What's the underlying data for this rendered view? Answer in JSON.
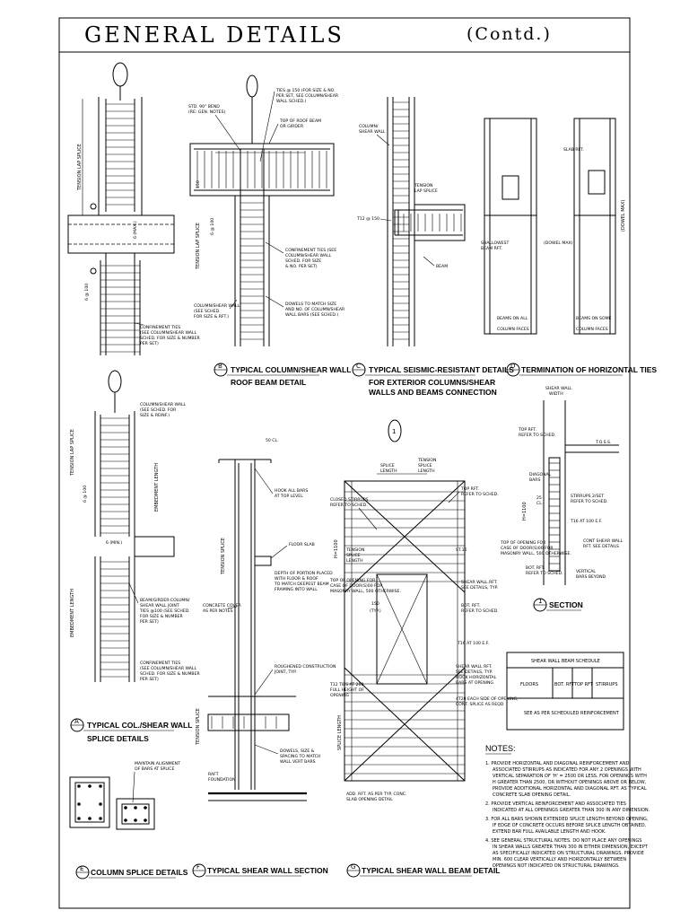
{
  "sheet": {
    "title": "GENERAL DETAILS",
    "subtitle": "(Contd.)"
  },
  "details": {
    "a": {
      "letter": "A",
      "title_line1": "TYPICAL COL./SHEAR WALL",
      "title_line2": "SPLICE DETAILS",
      "labels": {
        "tension_lap_splice": "TENSION LAP SPLICE",
        "embedment_length": "EMBEDMENT LENGTH",
        "col_wall": "COLUMN/SHEAR WALL",
        "col_wall2": "(SEE SCHED. FOR",
        "col_wall3": "SIZE & REINF.)",
        "embed_length2": "EMBEDMENT LENGTH",
        "min6": "6 (MIN.)",
        "spacing": "6 @ 100",
        "beam1": "BEAM/GIRDER-COLUMN/",
        "beam2": "SHEAR WALL JOINT",
        "beam3": "TIES @100 (SEE SCHED.",
        "beam4": "FOR SIZE & NUMBER",
        "beam5": "PER SET)",
        "conf1": "CONFINEMENT TIES",
        "conf2": "(SEE COLUMN/SHEAR WALL",
        "conf3": "SCHED. FOR SIZE & NUMBER",
        "conf4": "PER SET)"
      }
    },
    "top_a": {
      "labels": {
        "tension_lap_splice": "TENSION LAP SPLICE",
        "min6": "6 (MAX.)",
        "spacing": "6 @ 100",
        "conf1": "CONFINEMENT TIES",
        "conf2": "(SEE COLUMN/SHEAR WALL",
        "conf3": "SCHED. FOR SIZE & NUMBER",
        "conf4": "PER SET)"
      }
    },
    "b": {
      "letter": "B",
      "title_line1": "TYPICAL COLUMN/SHEAR WALL",
      "title_line2": "ROOF BEAM DETAIL",
      "labels": {
        "std_bend1": "STD. 90° BEND",
        "std_bend2": "(RE: GEN. NOTES)",
        "ties1": "TIES @ 150 (FOR SIZE & NO.",
        "ties2": "PER SET, SEE COLUMN/SHEAR",
        "ties3": "WALL SCHED.)",
        "top1": "TOP OF ROOF BEAM",
        "top2": "OR GIRDER",
        "tension": "TENSION LAP SPLICE",
        "spacing": "6 @ 100",
        "dim150": "150",
        "conf1": "CONFINEMENT TIES (SEE",
        "conf2": "COLUMN/SHEAR WALL",
        "conf3": "SCHED. FOR SIZE",
        "conf4": "& NO. PER SET)",
        "dow1": "DOWELS TO MATCH SIZE",
        "dow2": "AND NO. OF COLUMN/SHEAR",
        "dow3": "WALL BARS (SEE SCHED.)",
        "col1": "COLUMN/SHEAR WALL",
        "col2": "(SEE SCHED.",
        "col3": "FOR SIZE & RFT.)"
      }
    },
    "c": {
      "letter": "C",
      "title_line1": "TYPICAL SEISMIC-RESISTANT DETAILS",
      "title_line2": "FOR EXTERIOR COLUMNS/SHEAR",
      "title_line3": "WALLS AND BEAMS CONNECTION",
      "labels": {
        "col1": "COLUMN/",
        "col2": "SHEAR WALL",
        "tension1": "TENSION",
        "tension2": "LAP SPLICE",
        "t12": "T12 @ 150",
        "beam": "BEAM"
      }
    },
    "d": {
      "letter": "D",
      "title_line1": "TERMINATION OF HORIZONTAL TIES",
      "labels": {
        "slab": "SLAB RFT.",
        "shallow1": "SHALLOWEST",
        "shallow2": "BEAM RFT.",
        "dimmax1": "(DOWEL MAX)",
        "dimmax2": "(DOWEL MAX)",
        "cap1a": "BEAMS ON ALL",
        "cap1b": "COLUMN FACES",
        "cap2a": "BEAMS ON SOME",
        "cap2b": "COLUMN FACES"
      }
    },
    "e": {
      "letter": "E",
      "title_line1": "COLUMN SPLICE DETAILS",
      "labels": {
        "maint1": "MAINTAIN ALIGNMENT",
        "maint2": "OF BARS AT SPLICE"
      }
    },
    "f": {
      "letter": "F",
      "title_line1": "TYPICAL SHEAR WALL SECTION",
      "labels": {
        "cl": "50 CL.",
        "hook1": "HOOK ALL BARS",
        "hook2": "AT TOP LEVEL",
        "floor": "FLOOR SLAB",
        "tension": "TENSION SPLICE",
        "depth1": "DEPTH OF PORTION PLACED",
        "depth2": "WITH FLOOR & ROOF",
        "depth3": "TO MATCH DEEPEST BEAM",
        "depth4": "FRAMING INTO WALL",
        "cover1": "CONCRETE COVER",
        "cover2": "AS PER NOTES",
        "rough1": "ROUGHENED CONSTRUCTION",
        "rough2": "JOINT, TYP.",
        "tension2": "TENSION SPLICE",
        "dow1": "DOWELS, SIZE &",
        "dow2": "SPACING TO MATCH",
        "dow3": "WALL VERT BARS",
        "raft1": "RAFT",
        "raft2": "FOUNDATION"
      }
    },
    "g": {
      "letter": "G",
      "title_line1": "TYPICAL SHEAR WALL BEAM DETAIL",
      "labels": {
        "splice1": "SPLICE",
        "splice2": "LENGTH",
        "tension1": "TENSION",
        "tension2": "SPLICE",
        "tension3": "LENGTH",
        "closed1": "CLOSED STIRRUPS",
        "closed2": "REFER TO SCHED.",
        "toprft1": "TOP RFT.",
        "toprft2": "REFER TO SCHED.",
        "h1100": "H=1100",
        "tsplice1": "TENSION",
        "tsplice2": "SPLICE",
        "tsplice3": "LENGTH",
        "st": "ST.16",
        "topop1": "TOP OF OPENING FOR",
        "topop2": "CASE OF DOOR(S)00 FOR",
        "topop3": "MASONRY WALL, 500 OTHERWISE.",
        "shear1": "SHEAR WALL RFT.",
        "shear2": "SEE DETAILS, TYP.",
        "dim150": "150",
        "typ": "(TYP.)",
        "bot1": "BOT. RFT.",
        "bot2": "REFER TO SCHED.",
        "t16": "T16 AT 100 E.F.",
        "t12a": "T12 TIES AT 200",
        "t12b": "FULL HEIGHT OF",
        "t12c": "OPENING",
        "sw1": "SHEAR WALL RFT.",
        "sw2": "SEE DETAILS, TYP.",
        "sw3": "HOOK HORIZONTAL",
        "sw4": "BARS AT OPENING",
        "each1": "4T20 EACH SIDE OF OPENING,",
        "each2": "CONT. SPLICE AS REQD",
        "splice3": "SPLICE LENGTH",
        "add1": "ADD. RFT. AS PER TYP. CONC.",
        "add2": "SLAB OPENING DETAIL"
      }
    },
    "section1": {
      "letter": "1",
      "title_line1": "SECTION",
      "labels": {
        "shear1": "SHEAR WALL",
        "shear2": "WIDTH",
        "toprft1": "TOP RFT.",
        "toprft2": "REFER TO SCHED.",
        "toss": "T.O.S.S.",
        "diag1": "DIAGONAL",
        "diag2": "BARS",
        "h1100": "H=1100",
        "stir1": "STIRRUPS 2/SET",
        "stir2": "REFER TO SCHED.",
        "cl": "25",
        "cl2": "CL.",
        "t16": "T16 AT 100 E.F.",
        "topop1": "TOP OF OPENING FOR",
        "topop2": "CASE OF DOOR(S)00 FOR",
        "topop3": "MASONRY WALL, 500 OTHERWISE.",
        "cont1": "CONT SHEAR WALL",
        "cont2": "RFT. SEE DETAILS",
        "bot1": "BOT. RFT.",
        "bot2": "REFER TO SCHED.",
        "vert1": "VERTICAL",
        "vert2": "BARS BEYOND"
      }
    }
  },
  "schedule": {
    "title": "SHEAR WALL BEAM SCHEDULE",
    "headers": [
      "FLOORS",
      "BOT. RFT",
      "TOP RFT",
      "STIRRUPS"
    ],
    "note": "SEE AS PER SCHEDULED REINFORCEMENT"
  },
  "notes": {
    "heading": "NOTES:",
    "lines": [
      "1. PROVIDE HORIZONTAL AND DIAGONAL REINFORCEMENT AND",
      "ASSOCIATED STIRRUPS AS INDICATED FOR ANY 2 OPENINGS WITH",
      "VERTICAL SEPARATION OF 'H' = 2500 OR LESS. FOR OPENINGS WITH",
      "H GREATER THAN 2500, OR WITHOUT OPENINGS ABOVE OR BELOW,",
      "PROVIDE ADDITIONAL HORIZONTAL AND DIAGONAL RFT. AS TYPICAL",
      "CONCRETE SLAB OPENING DETAIL.",
      "2. PROVIDE VERTICAL REINFORCEMENT AND ASSOCIATED TIES",
      "INDICATED AT ALL OPENINGS GREATER THAN 300 IN ANY DIMENSION.",
      "3. FOR ALL BARS SHOWN EXTENDED SPLICE LENGTH BEYOND OPENING,",
      "IF EDGE OF CONCRETE OCCURS BEFORE SPLICE LENGTH OBTAINED,",
      "EXTEND BAR FULL AVAILABLE LENGTH AND HOOK.",
      "4. SEE GENERAL STRUCTURAL NOTES. DO NOT PLACE ANY OPENINGS",
      "IN SHEAR WALLS GREATER THAN 300 IN EITHER DIMENSION, EXCEPT",
      "AS SPECIFICALLY INDICATED ON STRUCTURAL DRAWINGS. PROVIDE",
      "MIN. 600 CLEAR VERTICALLY AND HORIZONTALLY BETWEEN",
      "OPENINGS NOT INDICATED ON STRUCTURAL DRAWINGS."
    ]
  }
}
